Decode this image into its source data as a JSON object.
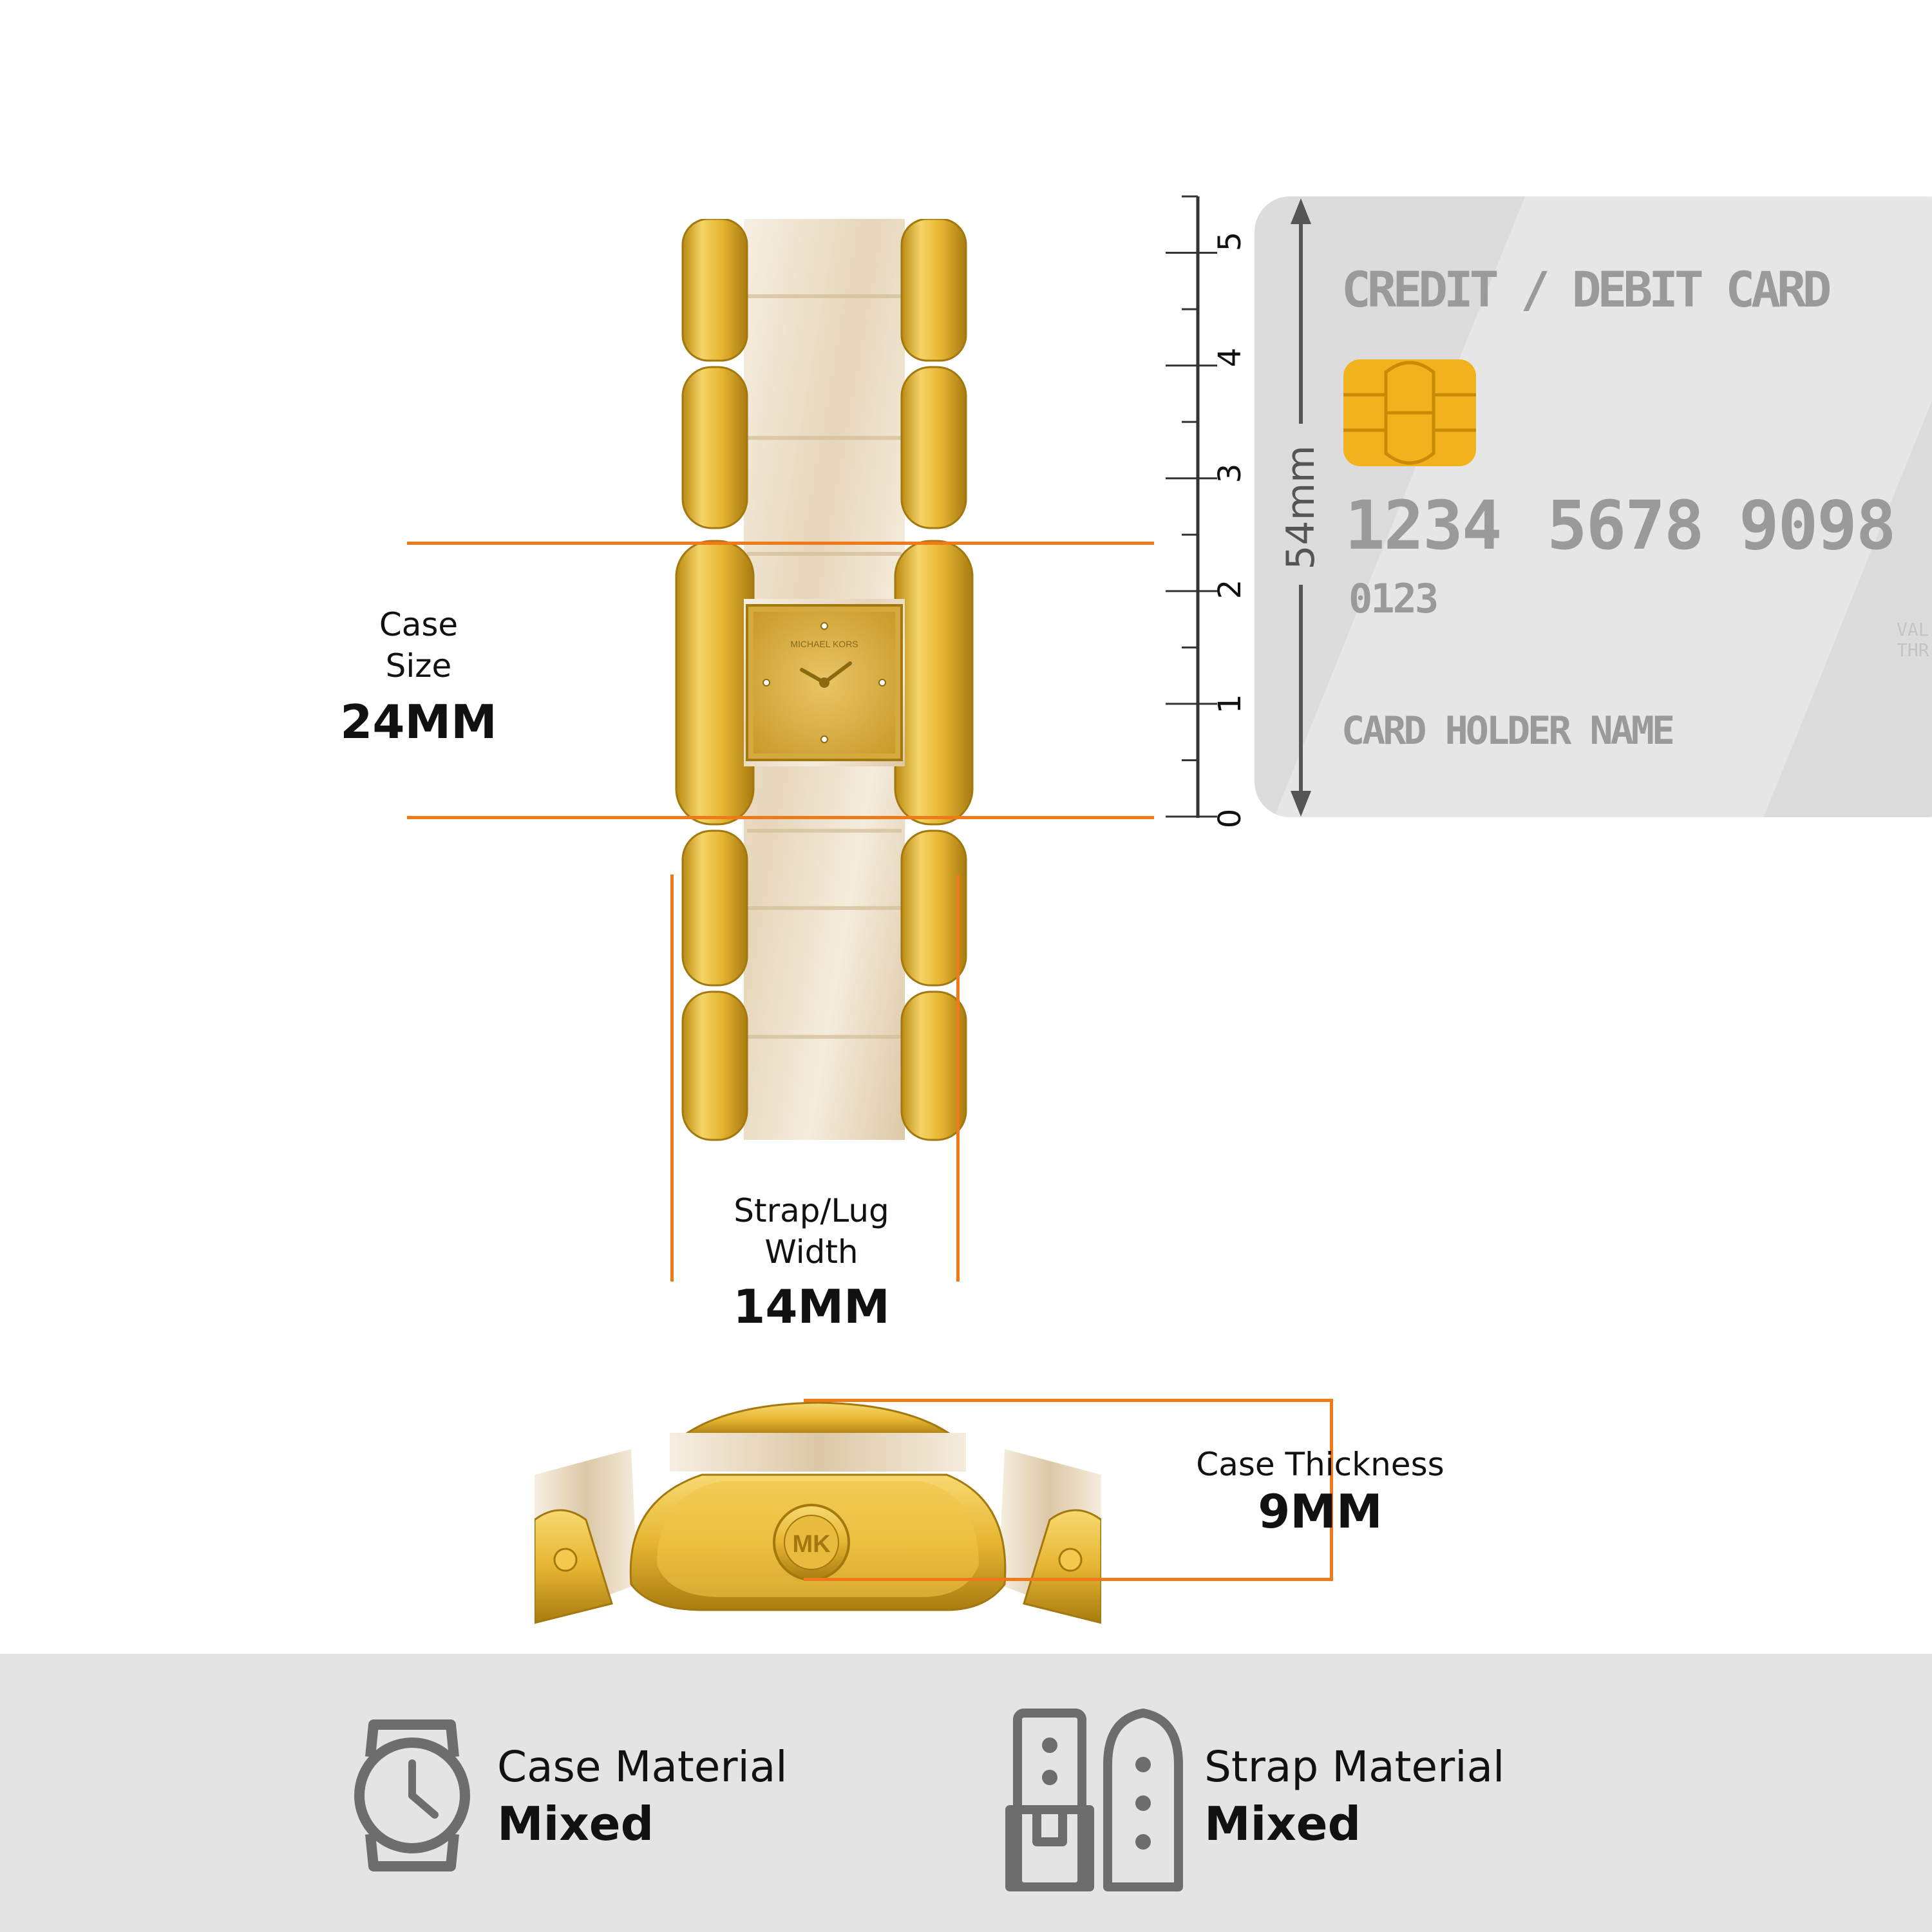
{
  "dimensions": {
    "case_size": {
      "label": "Case\nSize",
      "value": "24MM"
    },
    "strap_width": {
      "label": "Strap/Lug\nWidth",
      "value": "14MM"
    },
    "case_thickness": {
      "label": "Case Thickness",
      "value": "9MM"
    }
  },
  "ruler": {
    "ticks": [
      "0",
      "1",
      "2",
      "3",
      "4",
      "5"
    ],
    "card_height_label": "54mm"
  },
  "card": {
    "title": "CREDIT / DEBIT CARD",
    "number_groups": [
      "1234",
      "5678",
      "9098"
    ],
    "small_number": "0123",
    "holder": "CARD HOLDER NAME",
    "valid_thru_cut": "VAL\nTHR"
  },
  "watch": {
    "dial_brand": "MICHAEL KORS",
    "crown_logo": "MK"
  },
  "materials": {
    "case": {
      "label": "Case Material",
      "value": "Mixed"
    },
    "strap": {
      "label": "Strap Material",
      "value": "Mixed"
    }
  },
  "colors": {
    "accent_orange": "#f07a1a",
    "gold": "#e6b632",
    "gold_dark": "#b98a12",
    "pearl": "#efe4d0",
    "card_grey": "#dcdcdc",
    "card_text": "#9a9a9a",
    "footer_grey": "#e4e4e4",
    "icon_grey": "#6d6d6d"
  },
  "icons": [
    "watch-case-icon",
    "strap-icon"
  ]
}
